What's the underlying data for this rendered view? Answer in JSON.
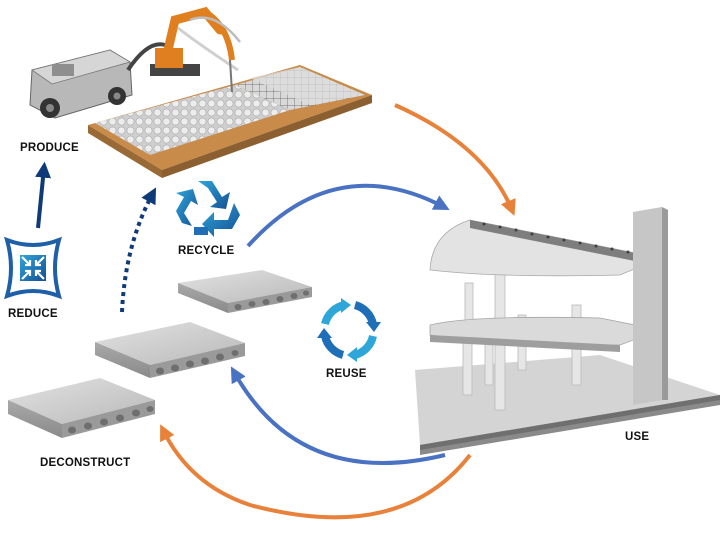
{
  "labels": {
    "produce": "PRODUCE",
    "recycle": "RECYCLE",
    "reduce": "REDUCE",
    "reuse": "REUSE",
    "deconstruct": "DECONSTRUCT",
    "use": "USE"
  },
  "colors": {
    "orange_arrow": "#e8823a",
    "blue_arrow": "#4a72c2",
    "navy_arrow": "#0f3a7a",
    "concrete": "#c9c9c9",
    "icon_blue": "#1e6fb8",
    "icon_cyan": "#2fa6d9"
  },
  "icons": [
    "recycle-icon",
    "reuse-cycle-icon",
    "reduce-compress-icon"
  ]
}
